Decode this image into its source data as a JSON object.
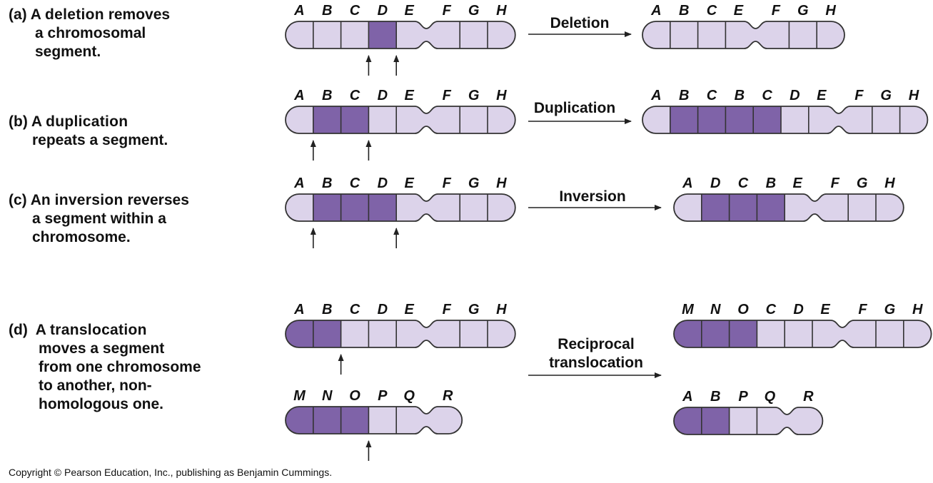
{
  "colors": {
    "light_segment": "#dcd3ea",
    "dark_segment": "#7f63a8",
    "outline": "#333333",
    "arrow": "#222222"
  },
  "panels": [
    {
      "id": "a",
      "label": "(a)",
      "description_parts": [
        "A ",
        "deletion",
        " removes"
      ],
      "description_lines": [
        "a chromosomal",
        "segment."
      ],
      "arrow_label_lines": [
        "Deletion"
      ],
      "before": [
        {
          "genes": [
            "A",
            "B",
            "C",
            "D",
            "E",
            "F",
            "G",
            "H"
          ],
          "highlight": [
            "D"
          ],
          "break_arrows_after": [
            "C",
            "D"
          ]
        }
      ],
      "after": [
        {
          "genes": [
            "A",
            "B",
            "C",
            "E",
            "F",
            "G",
            "H"
          ],
          "highlight": []
        }
      ]
    },
    {
      "id": "b",
      "label": "(b)",
      "description_parts": [
        "A ",
        "duplication",
        ""
      ],
      "description_lines": [
        "repeats a segment."
      ],
      "arrow_label_lines": [
        "Duplication"
      ],
      "before": [
        {
          "genes": [
            "A",
            "B",
            "C",
            "D",
            "E",
            "F",
            "G",
            "H"
          ],
          "highlight": [
            "B",
            "C"
          ],
          "break_arrows_after": [
            "A",
            "C"
          ]
        }
      ],
      "after": [
        {
          "genes": [
            "A",
            "B",
            "C",
            "B",
            "C",
            "D",
            "E",
            "F",
            "G",
            "H"
          ],
          "highlight": [
            1,
            2,
            3,
            4
          ]
        }
      ]
    },
    {
      "id": "c",
      "label": "(c)",
      "description_parts": [
        "An ",
        "inversion",
        " reverses"
      ],
      "description_lines": [
        "a segment within a",
        "chromosome."
      ],
      "arrow_label_lines": [
        "Inversion"
      ],
      "before": [
        {
          "genes": [
            "A",
            "B",
            "C",
            "D",
            "E",
            "F",
            "G",
            "H"
          ],
          "highlight": [
            "B",
            "C",
            "D"
          ],
          "break_arrows_after": [
            "A",
            "D"
          ]
        }
      ],
      "after": [
        {
          "genes": [
            "A",
            "D",
            "C",
            "B",
            "E",
            "F",
            "G",
            "H"
          ],
          "highlight": [
            1,
            2,
            3
          ]
        }
      ]
    },
    {
      "id": "d",
      "label": "(d)",
      "description_parts": [
        "A ",
        "translocation",
        ""
      ],
      "description_lines": [
        "moves a segment",
        "from one chromosome",
        "to another, non-",
        "homologous one."
      ],
      "arrow_label_lines": [
        "Reciprocal",
        "translocation"
      ],
      "before": [
        {
          "genes": [
            "A",
            "B",
            "C",
            "D",
            "E",
            "F",
            "G",
            "H"
          ],
          "highlight": [
            "A",
            "B"
          ],
          "break_arrows_after": [
            "B"
          ]
        },
        {
          "genes": [
            "M",
            "N",
            "O",
            "P",
            "Q",
            "R"
          ],
          "highlight": [
            "M",
            "N",
            "O"
          ],
          "break_arrows_after": [
            "O"
          ]
        }
      ],
      "after": [
        {
          "genes": [
            "M",
            "N",
            "O",
            "C",
            "D",
            "E",
            "F",
            "G",
            "H"
          ],
          "highlight": [
            0,
            1,
            2
          ]
        },
        {
          "genes": [
            "A",
            "B",
            "P",
            "Q",
            "R"
          ],
          "highlight": [
            0,
            1
          ]
        }
      ]
    }
  ],
  "copyright": "Copyright © Pearson Education, Inc., publishing as Benjamin Cummings."
}
